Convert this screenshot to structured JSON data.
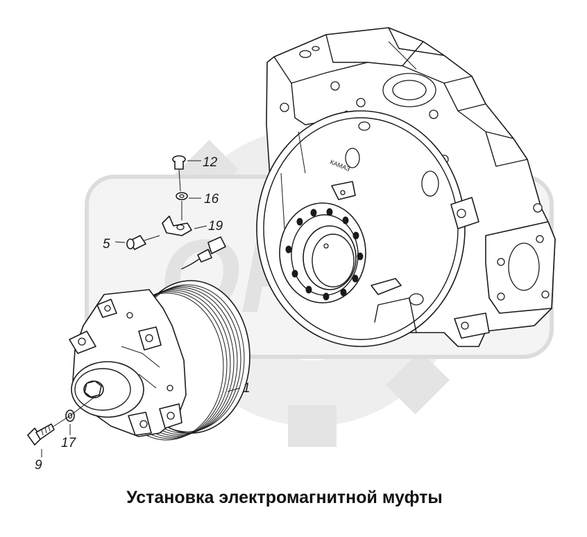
{
  "title": "Установка электромагнитной муфты",
  "callouts": [
    {
      "id": "c1",
      "label": "1"
    },
    {
      "id": "c5",
      "label": "5"
    },
    {
      "id": "c9",
      "label": "9"
    },
    {
      "id": "c12",
      "label": "12"
    },
    {
      "id": "c16",
      "label": "16"
    },
    {
      "id": "c17",
      "label": "17"
    },
    {
      "id": "c19",
      "label": "19"
    }
  ],
  "housing_stamp": "КАМАЗ"
}
